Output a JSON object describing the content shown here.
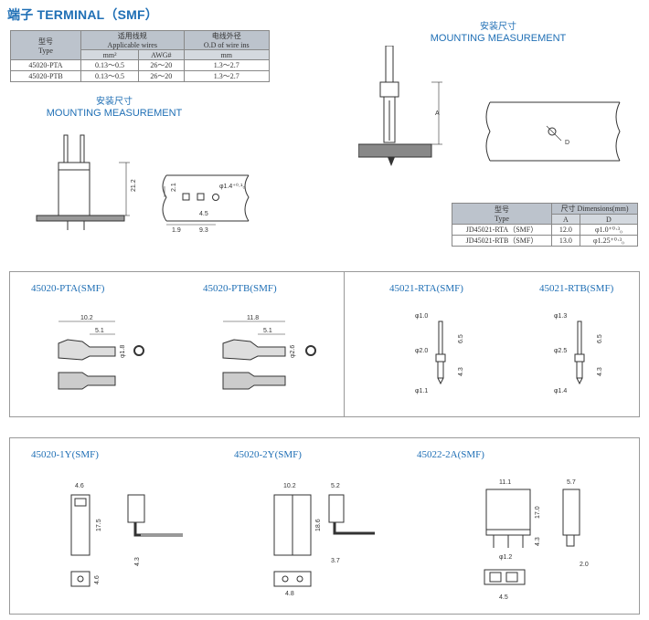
{
  "title": "端子 TERMINAL（SMF）",
  "spec_table": {
    "col_type_zh": "型号",
    "col_type_en": "Type",
    "col_wires_zh": "适用线规",
    "col_wires_en": "Applicable wires",
    "col_od_zh": "电线外径",
    "col_od_en": "O.D of wire ins",
    "sub_mm": "mm²",
    "sub_awg": "AWG#",
    "sub_od_mm": "mm",
    "rows": [
      {
        "type": "45020-PTA",
        "mm": "0.13～0.5",
        "awg": "26～20",
        "od": "1.3～2.7"
      },
      {
        "type": "45020-PTB",
        "mm": "0.13～0.5",
        "awg": "26～20",
        "od": "1.3～2.7"
      }
    ]
  },
  "mounting_left": {
    "zh": "安装尺寸",
    "en": "MOUNTING MEASUREMENT"
  },
  "mounting_right": {
    "zh": "安装尺寸",
    "en": "MOUNTING MEASUREMENT"
  },
  "dim_table": {
    "col_type_zh": "型号",
    "col_type_en": "Type",
    "col_dim": "尺寸 Dimensions(mm)",
    "sub_a": "A",
    "sub_d": "D",
    "rows": [
      {
        "type": "JD45021-RTA（SMF）",
        "a": "12.0",
        "d": "φ1.0⁺⁰·³₀"
      },
      {
        "type": "JD45021-RTB（SMF）",
        "a": "13.0",
        "d": "φ1.25⁺⁰·³₀"
      }
    ]
  },
  "drawing_labels": {
    "dim_212": "21.2",
    "dim_21": "2.1",
    "dim_phi14": "φ1.4⁺⁰·¹₀",
    "dim_45": "4.5",
    "dim_19": "1.9",
    "dim_93": "9.3",
    "label_a": "A",
    "label_d": "D"
  },
  "panel1": {
    "pta_label": "45020-PTA(SMF)",
    "ptb_label": "45020-PTB(SMF)",
    "pta_102": "10.2",
    "pta_51": "5.1",
    "pta_phi18": "φ1.8",
    "ptb_118": "11.8",
    "ptb_51": "5.1",
    "ptb_phi26": "φ2.6"
  },
  "panel2": {
    "rta_label": "45021-RTA(SMF)",
    "rtb_label": "45021-RTB(SMF)",
    "rta_phi10": "φ1.0",
    "rta_phi20": "φ2.0",
    "rta_phi11": "φ1.1",
    "rta_65": "6.5",
    "rta_43": "4.3",
    "rtb_phi13": "φ1.3",
    "rtb_phi25": "φ2.5",
    "rtb_phi14": "φ1.4",
    "rtb_65": "6.5",
    "rtb_43": "4.3"
  },
  "panel3": {
    "y1_label": "45020-1Y(SMF)",
    "y2_label": "45020-2Y(SMF)",
    "a2_label": "45022-2A(SMF)",
    "y1_46": "4.6",
    "y1_175": "17.5",
    "y1_43": "4.3",
    "y1_46b": "4.6",
    "y2_102": "10.2",
    "y2_52": "5.2",
    "y2_186": "18.6",
    "y2_37": "3.7",
    "y2_48": "4.8",
    "a2_111": "11.1",
    "a2_57": "5.7",
    "a2_170": "17.0",
    "a2_43": "4.3",
    "a2_phi12": "φ1.2",
    "a2_20": "2.0",
    "a2_45": "4.5"
  }
}
